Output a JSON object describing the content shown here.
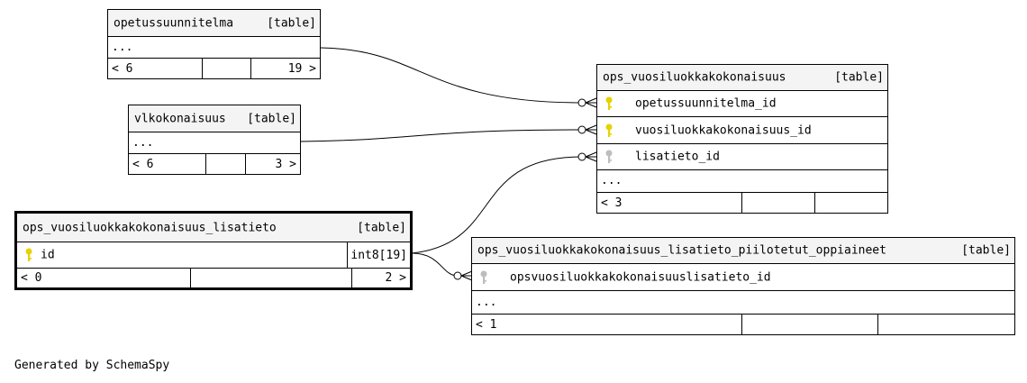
{
  "tables": {
    "opetussuunnitelma": {
      "name": "opetussuunnitelma",
      "kind": "[table]",
      "ellipsis": "...",
      "footer": {
        "left": "< 6",
        "right": "19 >"
      }
    },
    "vlkokonaisuus": {
      "name": "vlkokonaisuus",
      "kind": "[table]",
      "ellipsis": "...",
      "footer": {
        "left": "< 6",
        "right": "3 >"
      }
    },
    "ops_vuosiluokkakokonaisuus": {
      "name": "ops_vuosiluokkakokonaisuus",
      "kind": "[table]",
      "columns": [
        "opetussuunnitelma_id",
        "vuosiluokkakokonaisuus_id",
        "lisatieto_id"
      ],
      "ellipsis": "...",
      "footer": {
        "left": "< 3",
        "right": ""
      }
    },
    "ops_vuosiluokkakokonaisuus_lisatieto": {
      "name": "ops_vuosiluokkakokonaisuus_lisatieto",
      "kind": "[table]",
      "columns": [
        {
          "name": "id",
          "type": "int8[19]"
        }
      ],
      "footer": {
        "left": "< 0",
        "right": "2 >"
      }
    },
    "piilotetut": {
      "name": "ops_vuosiluokkakokonaisuus_lisatieto_piilotetut_oppiaineet",
      "kind": "[table]",
      "columns": [
        "opsvuosiluokkakokonaisuuslisatieto_id"
      ],
      "ellipsis": "...",
      "footer": {
        "left": "< 1",
        "right": ""
      }
    }
  },
  "colors": {
    "primary_key": "#e6d200",
    "foreign_key": "#bdbdbd",
    "header_bg": "#f4f4f4"
  },
  "footer_text": "Generated by SchemaSpy"
}
